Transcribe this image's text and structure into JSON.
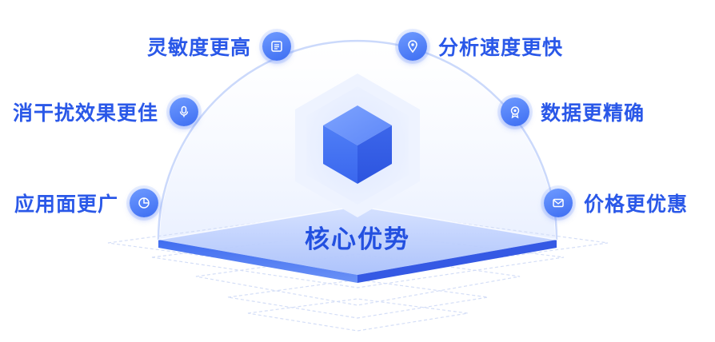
{
  "center": {
    "title": "核心优势"
  },
  "features": [
    {
      "label": "灵敏度更高",
      "icon": "list-document-icon"
    },
    {
      "label": "分析速度更快",
      "icon": "location-pin-icon"
    },
    {
      "label": "消干扰效果更佳",
      "icon": "microphone-icon"
    },
    {
      "label": "数据更精确",
      "icon": "award-badge-icon"
    },
    {
      "label": "应用面更广",
      "icon": "pie-chart-icon"
    },
    {
      "label": "价格更优惠",
      "icon": "envelope-icon"
    }
  ],
  "colors": {
    "label": "#2a58e8",
    "badge_start": "#6f9bff",
    "badge_end": "#3d6df2",
    "arc": "#c9d8fb",
    "platform": "#3f6cf0",
    "cube_front": "#4d7bf5"
  }
}
